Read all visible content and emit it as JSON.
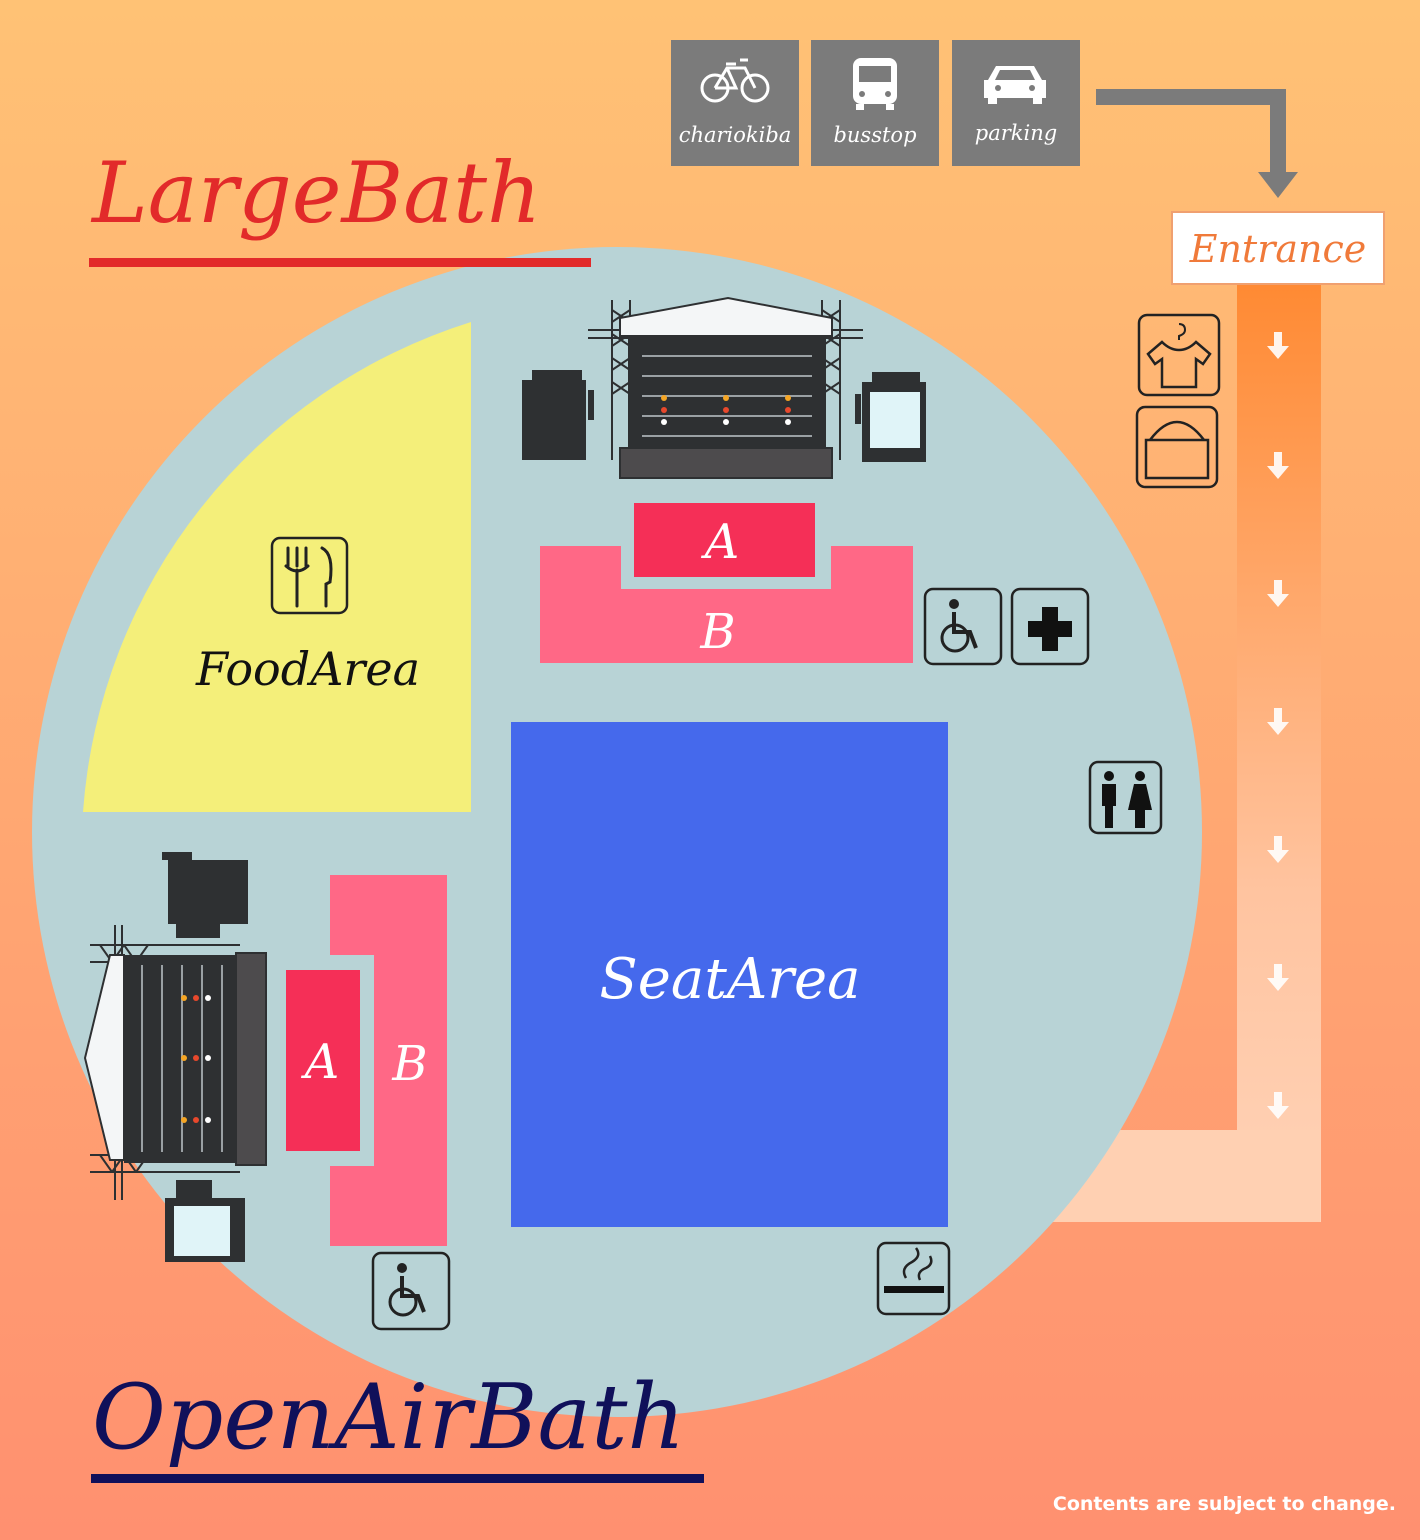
{
  "titles": {
    "large_bath": "LargeBath",
    "open_air_bath": "OpenAirBath"
  },
  "transport": [
    {
      "label": "chariokiba",
      "icon": "bicycle-icon"
    },
    {
      "label": "busstop",
      "icon": "bus-icon"
    },
    {
      "label": "parking",
      "icon": "car-icon"
    }
  ],
  "entrance": "Entrance",
  "areas": {
    "food": "FoodArea",
    "seat": "SeatArea",
    "large_bath_a": "A",
    "large_bath_b": "B",
    "open_air_a": "A",
    "open_air_b": "B"
  },
  "amenity_icons": [
    "cloakroom-icon",
    "locker-icon",
    "wheelchair-icon",
    "first-aid-icon",
    "restroom-icon",
    "smoking-area-icon",
    "restaurant-icon"
  ],
  "notice": "Contents are subject to change.",
  "colors": {
    "bg_top": "#ffc275",
    "bg_bottom": "#ff9070",
    "ground": "#b8d3d6",
    "food_area": "#f4ef7a",
    "seat_area": "#4569ec",
    "zone_a": "#f52f57",
    "zone_b": "#ff6886",
    "title_large_bath": "#e22a2a",
    "title_open_air_bath": "#10105a",
    "transport_tile": "#7b7b7b",
    "entrance_text": "#f07a3a",
    "stage_dark": "#2e3032"
  }
}
